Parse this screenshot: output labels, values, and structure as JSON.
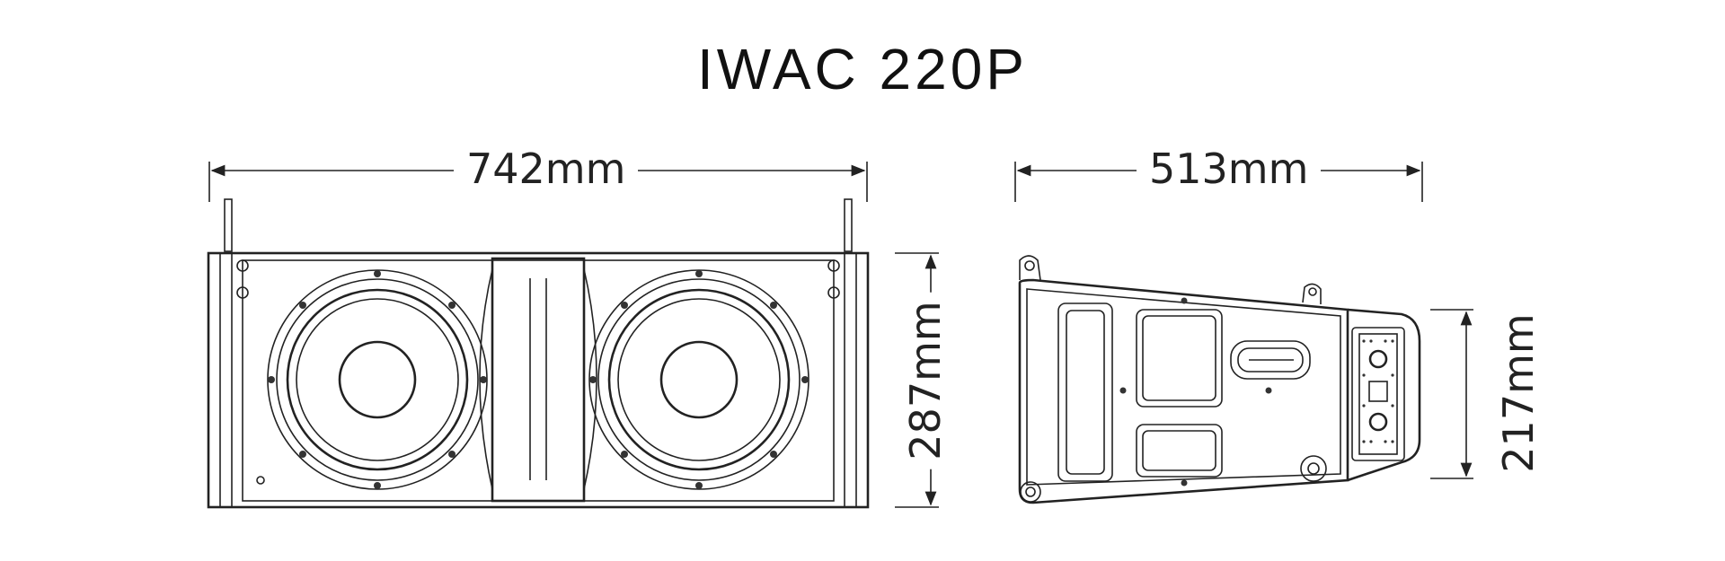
{
  "title": "IWAC 220P",
  "dimensions": {
    "front_width": "742mm",
    "side_depth": "513mm",
    "front_height": "287mm",
    "rear_height": "217mm"
  }
}
